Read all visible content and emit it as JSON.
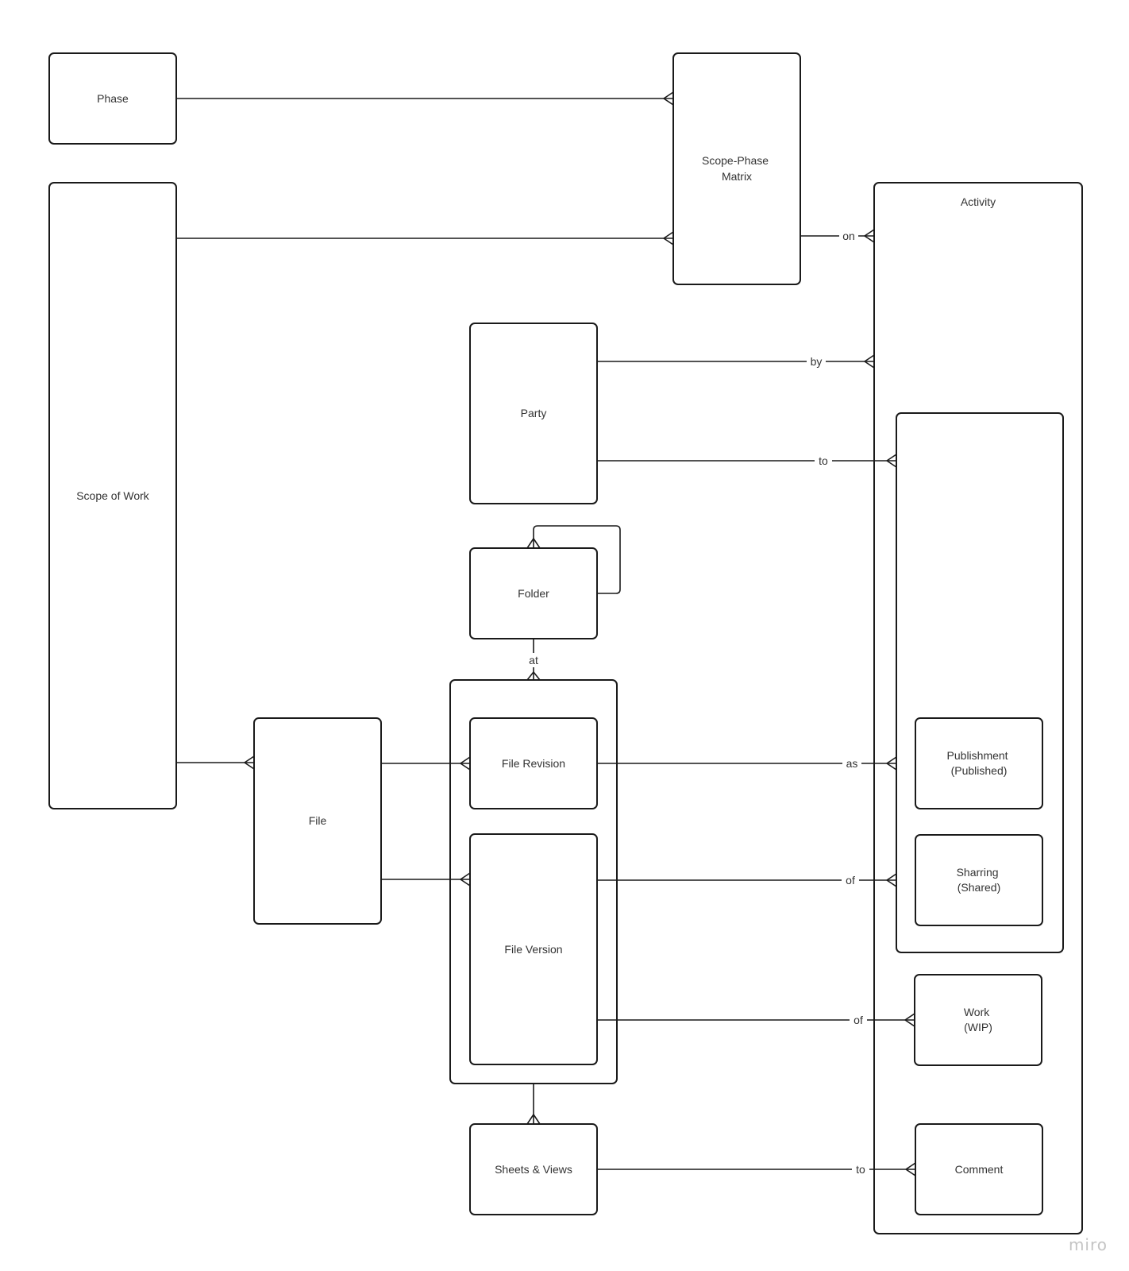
{
  "entities": {
    "phase": "Phase",
    "scope_phase_matrix": [
      "Scope-Phase",
      "Matrix"
    ],
    "scope_of_work": "Scope of Work",
    "activity": "Activity",
    "party": "Party",
    "folder": "Folder",
    "file": "File",
    "file_revision": "File Revision",
    "file_version": "File Version",
    "publishment": [
      "Publishment",
      "(Published)"
    ],
    "sharing": [
      "Sharring",
      "(Shared)"
    ],
    "work": [
      "Work",
      "(WIP)"
    ],
    "sheets_views": "Sheets & Views",
    "comment": "Comment"
  },
  "relations": {
    "matrix_activity": "on",
    "party_activity": "by",
    "party_group": "to",
    "folder_revision": "at",
    "revision_publishment": "as",
    "version_sharing": "of",
    "version_work": "of",
    "sheets_comment": "to"
  },
  "watermark": "miro"
}
